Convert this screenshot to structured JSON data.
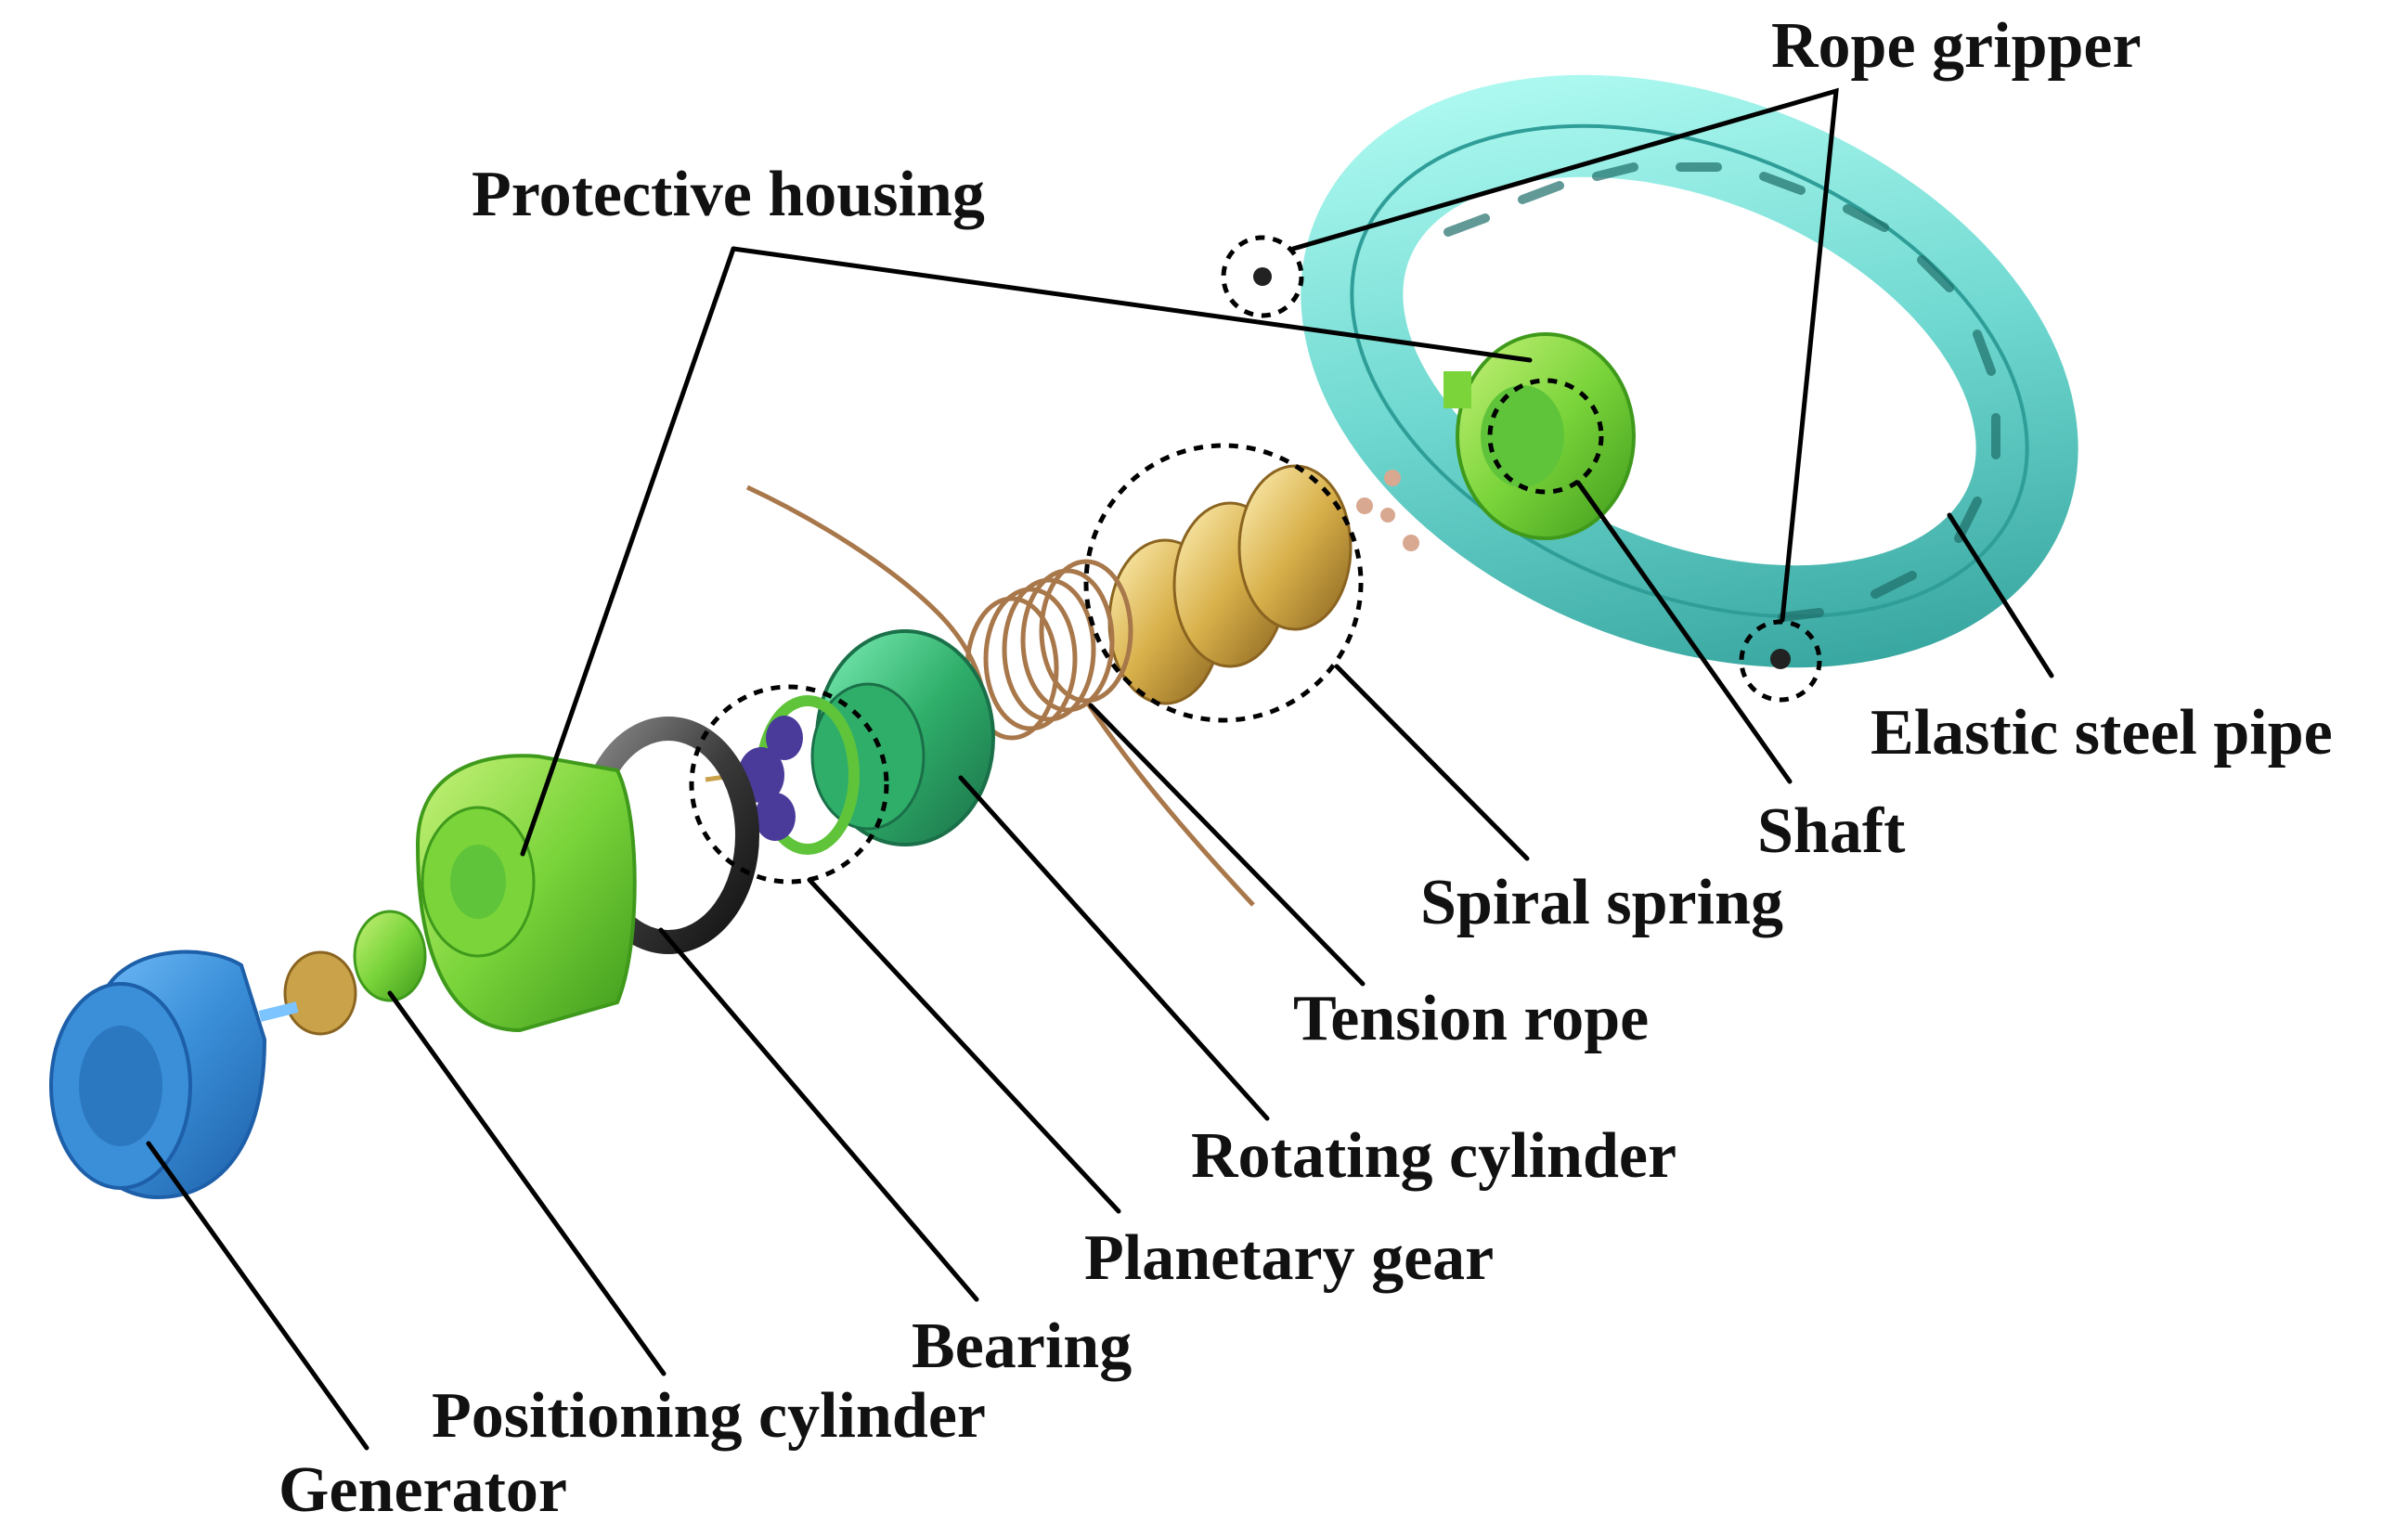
{
  "labels": {
    "rope_gripper": "Rope gripper",
    "protective_housing": "Protective housing",
    "elastic_steel_pipe": "Elastic steel pipe",
    "shaft": "Shaft",
    "spiral_spring": "Spiral spring",
    "tension_rope": "Tension rope",
    "rotating_cylinder": "Rotating cylinder",
    "planetary_gear": "Planetary gear",
    "bearing": "Bearing",
    "positioning_cylinder": "Positioning cylinder",
    "generator": "Generator"
  },
  "colors": {
    "generator": "#3a8fd8",
    "positioning": "#5fc43a",
    "brass": "#c9a24a",
    "housing": "#7ad43a",
    "bearing": "#3a3a3a",
    "planetary": "#4a3a9a",
    "rotating": "#2fae6a",
    "rope": "#a8774a",
    "spring": "#d8b04a",
    "pipe": "#6fd8d0",
    "ink": "#000000"
  }
}
